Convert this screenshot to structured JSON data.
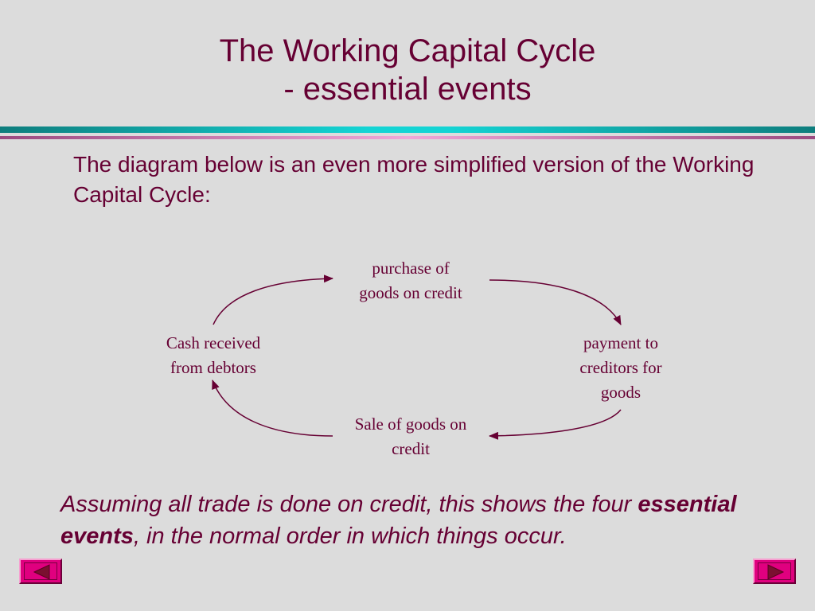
{
  "title": {
    "line1": "The Working Capital Cycle",
    "line2": "- essential events"
  },
  "intro": "The diagram below is an even more simplified version of the Working Capital Cycle:",
  "cycle": {
    "top": {
      "line1": "purchase of",
      "line2": "goods on credit"
    },
    "right": {
      "line1": "payment to",
      "line2": "creditors for",
      "line3": "goods"
    },
    "bottom": {
      "line1": "Sale of goods on",
      "line2": "credit"
    },
    "left": {
      "line1": "Cash received",
      "line2": "from debtors"
    }
  },
  "conclusion": {
    "before": "Assuming all trade is done on credit, this shows the four ",
    "bold": "essential events",
    "after": ", in the normal order in which things occur."
  },
  "nav": {
    "prev_icon": "triangle-left-icon",
    "next_icon": "triangle-right-icon"
  },
  "colors": {
    "background": "#dcdcdc",
    "text": "#660033",
    "rule_teal": "#1a8c8c",
    "rule_pink": "#b0679a",
    "button": "#e0007f"
  }
}
